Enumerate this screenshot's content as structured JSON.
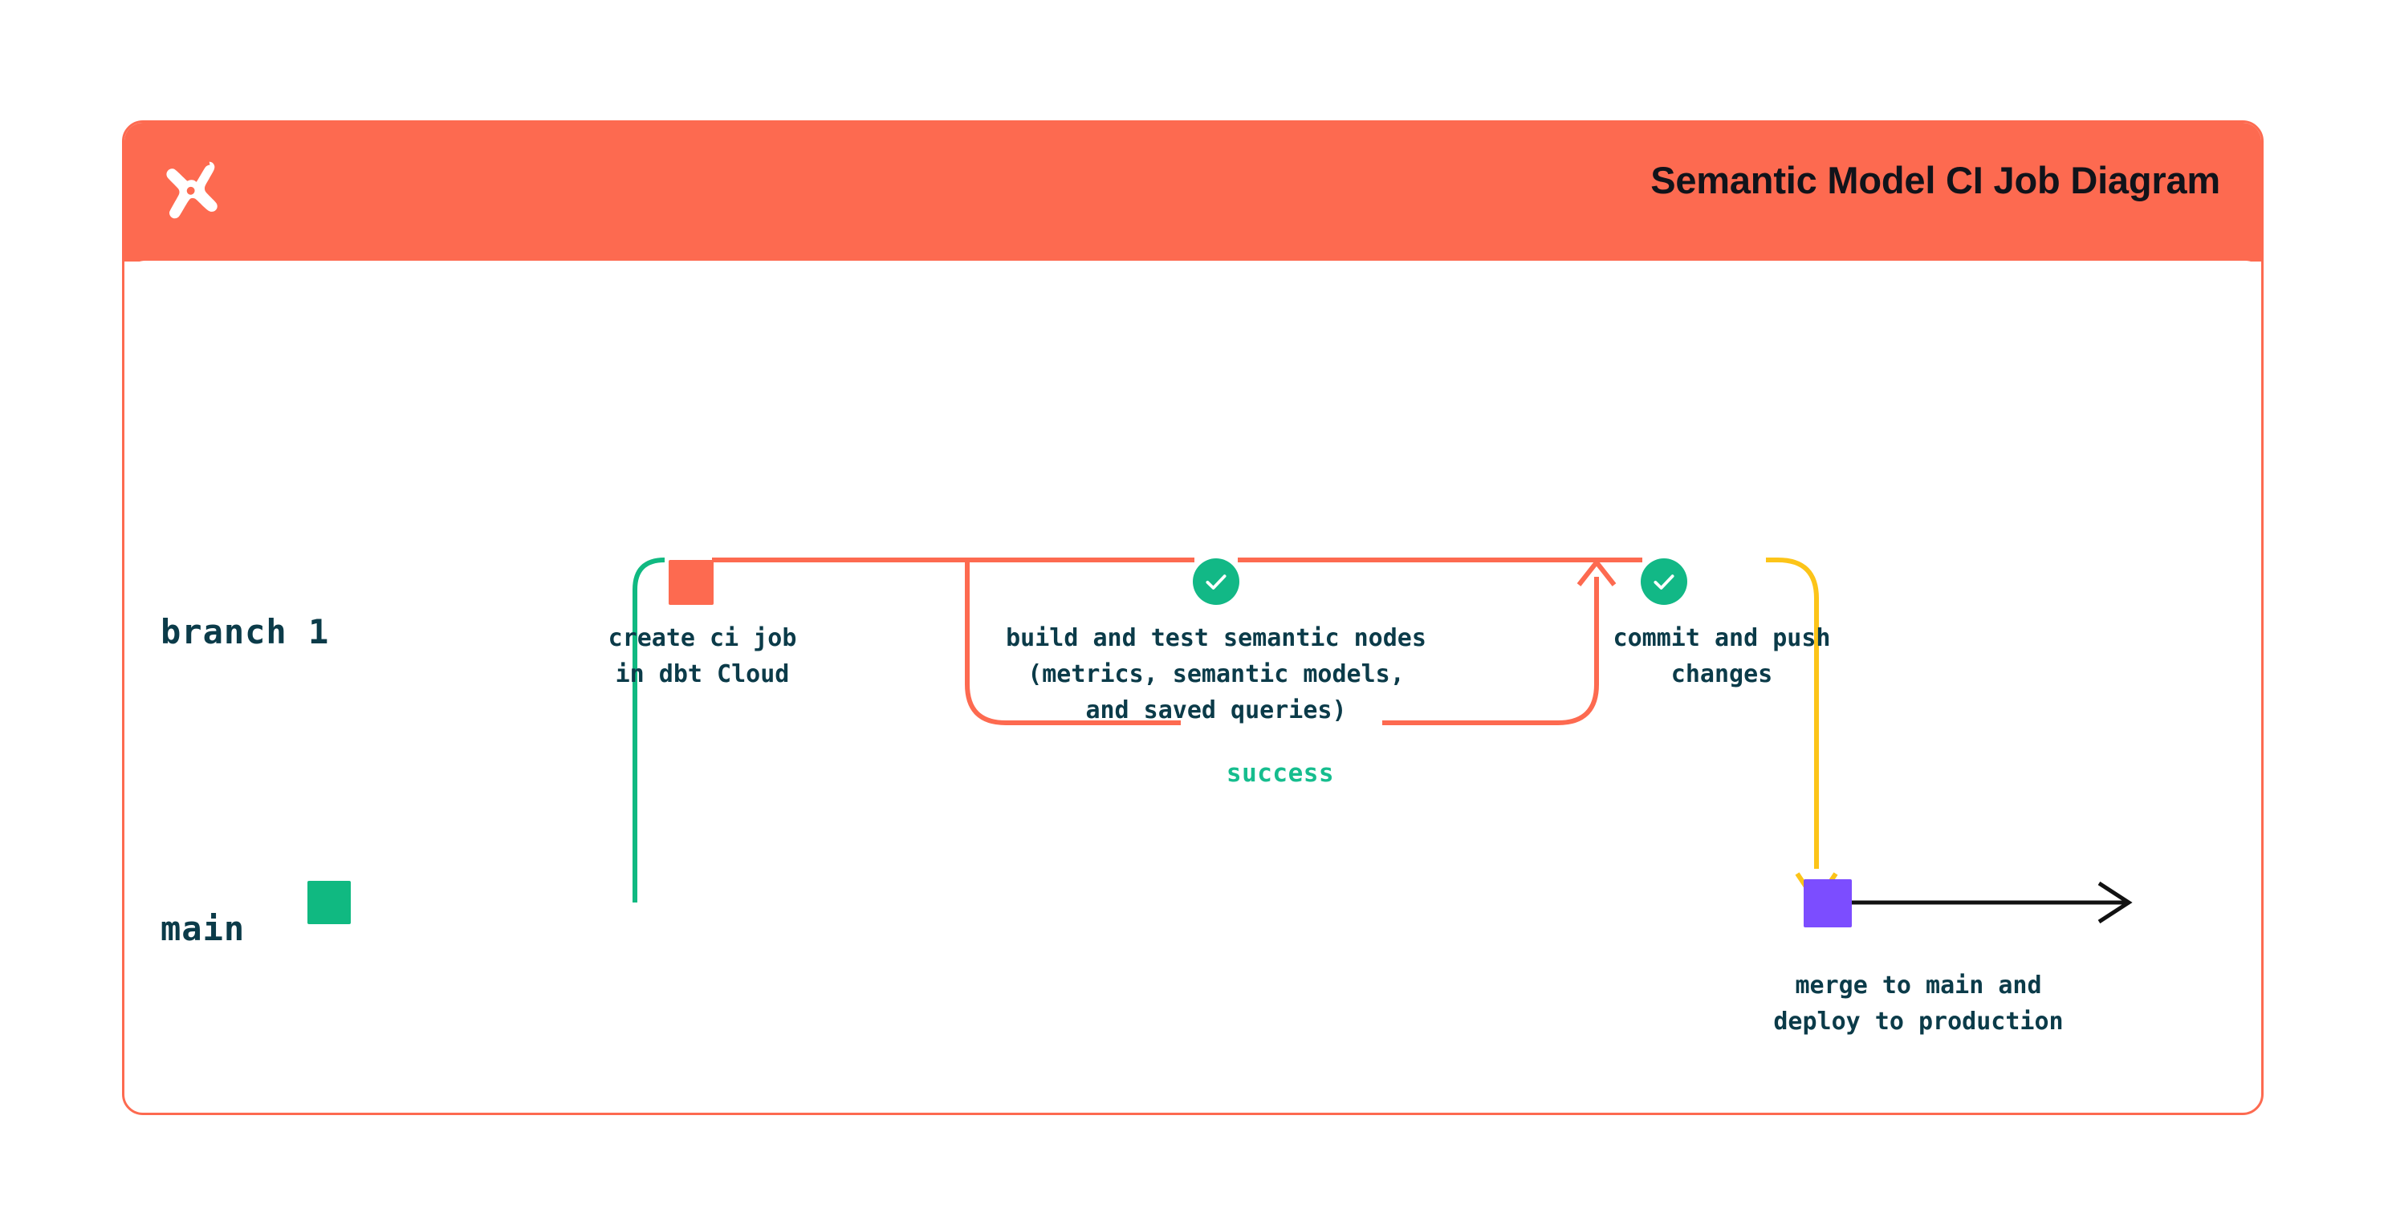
{
  "header": {
    "title": "Semantic Model CI Job Diagram",
    "logo_icon": "dbt-logo-icon",
    "background_color": "#FD6A50"
  },
  "card": {
    "border_color": "#FD6A50",
    "background_color": "#FFFFFF"
  },
  "colors": {
    "orange": "#FD6A50",
    "green": "#12B886",
    "teal_green": "#10B981",
    "yellow": "#FCC419",
    "purple": "#7C4DFF",
    "ink": "#0B3B49",
    "success_text": "#16BD8E",
    "black_arrow": "#111111"
  },
  "lanes": [
    {
      "id": "branch-1",
      "label": "branch 1"
    },
    {
      "id": "main",
      "label": "main"
    }
  ],
  "nodes": [
    {
      "id": "create-ci-job",
      "marker": "square",
      "marker_color": "#FD6A50",
      "caption": "create ci job\nin dbt Cloud"
    },
    {
      "id": "build-and-test",
      "marker": "check-circle",
      "marker_color": "#12B886",
      "caption": "build and test semantic nodes\n(metrics, semantic models,\nand saved queries)"
    },
    {
      "id": "commit-and-push",
      "marker": "check-circle",
      "marker_color": "#12B886",
      "caption": "commit and push\nchanges"
    },
    {
      "id": "merge-to-main",
      "marker": "square",
      "marker_color": "#7C4DFF",
      "caption": "merge to main and\ndeploy to production"
    }
  ],
  "edges": {
    "success_loop_label": "success"
  },
  "chart_data": {
    "type": "diagram",
    "title": "Semantic Model CI Job Diagram",
    "diagram_kind": "git-branch-flow",
    "lanes": [
      "branch 1",
      "main"
    ],
    "steps": [
      {
        "order": 1,
        "lane": "branch 1",
        "label": "create ci job\nin dbt Cloud",
        "status": "start",
        "marker": "square",
        "color": "#FD6A50"
      },
      {
        "order": 2,
        "lane": "branch 1",
        "label": "build and test semantic nodes\n(metrics, semantic models,\nand saved queries)",
        "status": "success",
        "marker": "check-circle",
        "color": "#12B886",
        "loop_label": "success"
      },
      {
        "order": 3,
        "lane": "branch 1",
        "label": "commit and push\nchanges",
        "status": "success",
        "marker": "check-circle",
        "color": "#12B886"
      },
      {
        "order": 4,
        "lane": "main",
        "label": "merge to main and\ndeploy to production",
        "status": "merge",
        "marker": "square",
        "color": "#7C4DFF"
      }
    ]
  }
}
